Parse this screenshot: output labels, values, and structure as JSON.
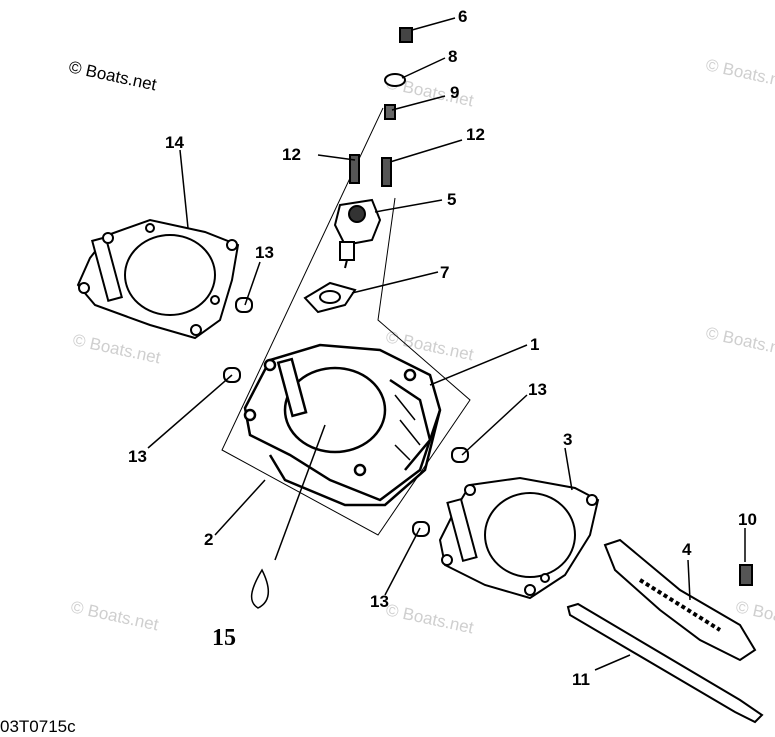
{
  "copyright": "© Boats.net",
  "watermark": "© Boats.net",
  "diagram_code": "03T0715c",
  "callouts": {
    "c1": "1",
    "c2": "2",
    "c3": "3",
    "c4": "4",
    "c5": "5",
    "c6": "6",
    "c7": "7",
    "c8": "8",
    "c9": "9",
    "c10": "10",
    "c11": "11",
    "c12a": "12",
    "c12b": "12",
    "c13a": "13",
    "c13b": "13",
    "c13c": "13",
    "c13d": "13",
    "c14": "14",
    "c15": "15"
  }
}
